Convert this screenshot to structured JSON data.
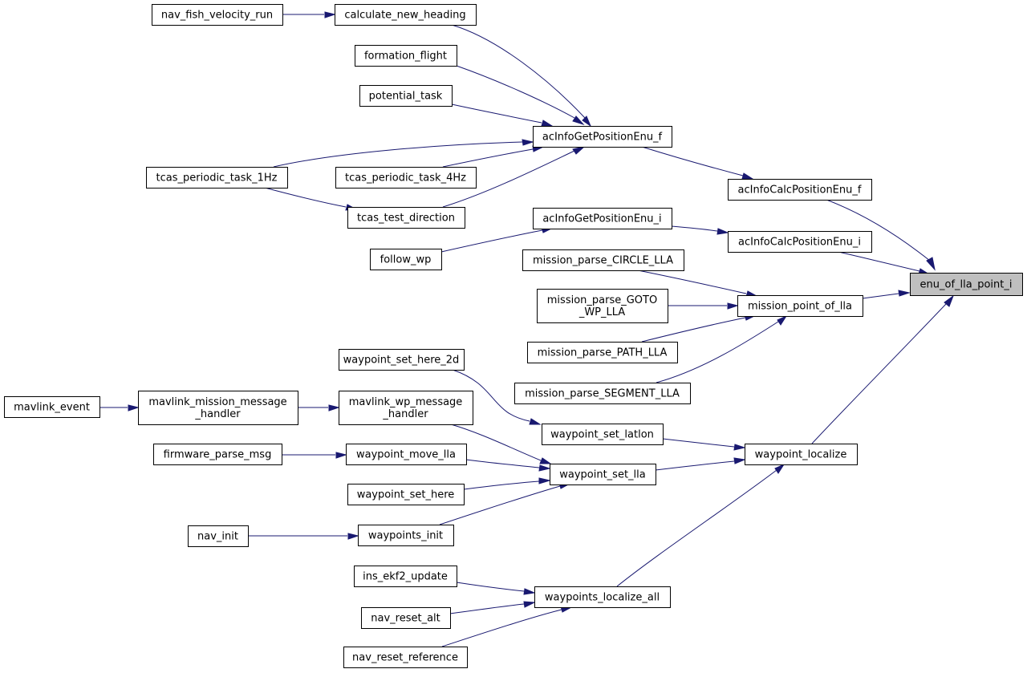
{
  "graph": {
    "title": "",
    "root": "enu_of_lla_point_i",
    "nodes": [
      {
        "id": "enu_of_lla_point_i",
        "lines": [
          "enu_of_lla_point_i"
        ]
      },
      {
        "id": "acInfoCalcPositionEnu_f",
        "lines": [
          "acInfoCalcPositionEnu_f"
        ]
      },
      {
        "id": "acInfoCalcPositionEnu_i",
        "lines": [
          "acInfoCalcPositionEnu_i"
        ]
      },
      {
        "id": "mission_point_of_lla",
        "lines": [
          "mission_point_of_lla"
        ]
      },
      {
        "id": "waypoint_localize",
        "lines": [
          "waypoint_localize"
        ]
      },
      {
        "id": "acInfoGetPositionEnu_f",
        "lines": [
          "acInfoGetPositionEnu_f"
        ]
      },
      {
        "id": "acInfoGetPositionEnu_i",
        "lines": [
          "acInfoGetPositionEnu_i"
        ]
      },
      {
        "id": "calculate_new_heading",
        "lines": [
          "calculate_new_heading"
        ]
      },
      {
        "id": "nav_fish_velocity_run",
        "lines": [
          "nav_fish_velocity_run"
        ]
      },
      {
        "id": "formation_flight",
        "lines": [
          "formation_flight"
        ]
      },
      {
        "id": "potential_task",
        "lines": [
          "potential_task"
        ]
      },
      {
        "id": "tcas_periodic_task_1Hz",
        "lines": [
          "tcas_periodic_task_1Hz"
        ]
      },
      {
        "id": "tcas_periodic_task_4Hz",
        "lines": [
          "tcas_periodic_task_4Hz"
        ]
      },
      {
        "id": "tcas_test_direction",
        "lines": [
          "tcas_test_direction"
        ]
      },
      {
        "id": "follow_wp",
        "lines": [
          "follow_wp"
        ]
      },
      {
        "id": "mission_parse_CIRCLE_LLA",
        "lines": [
          "mission_parse_CIRCLE_LLA"
        ]
      },
      {
        "id": "mission_parse_GOTO_WP_LLA",
        "lines": [
          "mission_parse_GOTO",
          "_WP_LLA"
        ]
      },
      {
        "id": "mission_parse_PATH_LLA",
        "lines": [
          "mission_parse_PATH_LLA"
        ]
      },
      {
        "id": "mission_parse_SEGMENT_LLA",
        "lines": [
          "mission_parse_SEGMENT_LLA"
        ]
      },
      {
        "id": "waypoint_set_latlon",
        "lines": [
          "waypoint_set_latlon"
        ]
      },
      {
        "id": "waypoint_set_lla",
        "lines": [
          "waypoint_set_lla"
        ]
      },
      {
        "id": "waypoints_localize_all",
        "lines": [
          "waypoints_localize_all"
        ]
      },
      {
        "id": "waypoint_set_here_2d",
        "lines": [
          "waypoint_set_here_2d"
        ]
      },
      {
        "id": "mavlink_wp_message_handler",
        "lines": [
          "mavlink_wp_message",
          "_handler"
        ]
      },
      {
        "id": "mavlink_mission_message_handler",
        "lines": [
          "mavlink_mission_message",
          "_handler"
        ]
      },
      {
        "id": "mavlink_event",
        "lines": [
          "mavlink_event"
        ]
      },
      {
        "id": "waypoint_move_lla",
        "lines": [
          "waypoint_move_lla"
        ]
      },
      {
        "id": "firmware_parse_msg",
        "lines": [
          "firmware_parse_msg"
        ]
      },
      {
        "id": "waypoint_set_here",
        "lines": [
          "waypoint_set_here"
        ]
      },
      {
        "id": "waypoints_init",
        "lines": [
          "waypoints_init"
        ]
      },
      {
        "id": "nav_init",
        "lines": [
          "nav_init"
        ]
      },
      {
        "id": "ins_ekf2_update",
        "lines": [
          "ins_ekf2_update"
        ]
      },
      {
        "id": "nav_reset_alt",
        "lines": [
          "nav_reset_alt"
        ]
      },
      {
        "id": "nav_reset_reference",
        "lines": [
          "nav_reset_reference"
        ]
      }
    ],
    "edges": [
      {
        "from": "acInfoCalcPositionEnu_f",
        "to": "enu_of_lla_point_i"
      },
      {
        "from": "acInfoCalcPositionEnu_i",
        "to": "enu_of_lla_point_i"
      },
      {
        "from": "mission_point_of_lla",
        "to": "enu_of_lla_point_i"
      },
      {
        "from": "waypoint_localize",
        "to": "enu_of_lla_point_i"
      },
      {
        "from": "acInfoGetPositionEnu_f",
        "to": "acInfoCalcPositionEnu_f"
      },
      {
        "from": "calculate_new_heading",
        "to": "acInfoGetPositionEnu_f"
      },
      {
        "from": "nav_fish_velocity_run",
        "to": "calculate_new_heading"
      },
      {
        "from": "formation_flight",
        "to": "acInfoGetPositionEnu_f"
      },
      {
        "from": "potential_task",
        "to": "acInfoGetPositionEnu_f"
      },
      {
        "from": "tcas_periodic_task_1Hz",
        "to": "acInfoGetPositionEnu_f"
      },
      {
        "from": "tcas_periodic_task_4Hz",
        "to": "acInfoGetPositionEnu_f"
      },
      {
        "from": "tcas_test_direction",
        "to": "acInfoGetPositionEnu_f"
      },
      {
        "from": "tcas_periodic_task_1Hz",
        "to": "tcas_test_direction"
      },
      {
        "from": "acInfoGetPositionEnu_i",
        "to": "acInfoCalcPositionEnu_i"
      },
      {
        "from": "follow_wp",
        "to": "acInfoGetPositionEnu_i"
      },
      {
        "from": "mission_parse_CIRCLE_LLA",
        "to": "mission_point_of_lla"
      },
      {
        "from": "mission_parse_GOTO_WP_LLA",
        "to": "mission_point_of_lla"
      },
      {
        "from": "mission_parse_PATH_LLA",
        "to": "mission_point_of_lla"
      },
      {
        "from": "mission_parse_SEGMENT_LLA",
        "to": "mission_point_of_lla"
      },
      {
        "from": "waypoint_set_latlon",
        "to": "waypoint_localize"
      },
      {
        "from": "waypoint_set_lla",
        "to": "waypoint_localize"
      },
      {
        "from": "waypoints_localize_all",
        "to": "waypoint_localize"
      },
      {
        "from": "waypoint_set_here_2d",
        "to": "waypoint_set_latlon"
      },
      {
        "from": "mavlink_wp_message_handler",
        "to": "waypoint_set_lla"
      },
      {
        "from": "mavlink_mission_message_handler",
        "to": "mavlink_wp_message_handler"
      },
      {
        "from": "mavlink_event",
        "to": "mavlink_mission_message_handler"
      },
      {
        "from": "waypoint_move_lla",
        "to": "waypoint_set_lla"
      },
      {
        "from": "firmware_parse_msg",
        "to": "waypoint_move_lla"
      },
      {
        "from": "waypoint_set_here",
        "to": "waypoint_set_lla"
      },
      {
        "from": "waypoints_init",
        "to": "waypoint_set_lla"
      },
      {
        "from": "nav_init",
        "to": "waypoints_init"
      },
      {
        "from": "ins_ekf2_update",
        "to": "waypoints_localize_all"
      },
      {
        "from": "nav_reset_alt",
        "to": "waypoints_localize_all"
      },
      {
        "from": "nav_reset_reference",
        "to": "waypoints_localize_all"
      }
    ],
    "colors": {
      "edge": "#191970",
      "node_border": "#000000",
      "root_fill": "#bfbfbf",
      "node_fill": "#ffffff"
    }
  }
}
